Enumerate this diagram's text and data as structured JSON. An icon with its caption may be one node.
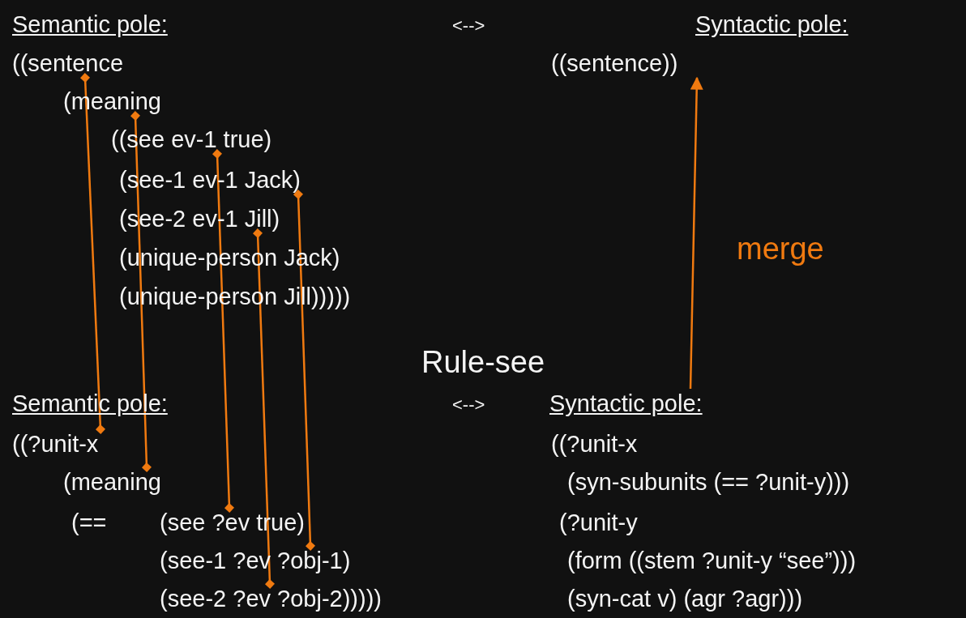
{
  "diagram": {
    "nodes": [
      {
        "text": [
          "((sentence"
        ]
      },
      {
        "text": [
          "((sentence))"
        ]
      },
      {
        "text": [
          "(meaning"
        ]
      },
      {
        "text": [
          "((see ev-1 true)"
        ]
      },
      {
        "text": [
          "(see-1 ev-1 Jack)"
        ]
      },
      {
        "text": [
          "(see-2 ev-1 Jill)"
        ]
      },
      {
        "text": [
          "Syntactic pole:"
        ]
      },
      {
        "text": [
          "((?unit-x"
        ]
      },
      {
        "text": [
          "(meaning"
        ]
      },
      {
        "text": [
          "(see ?ev true)"
        ]
      },
      {
        "text": [
          "(see-1 ?ev ?obj-1)"
        ]
      },
      {
        "text": [
          "(see-2 ?ev ?obj-2)))))"
        ]
      }
    ],
    "edges": [
      {
        "from": 0,
        "to": 7,
        "arrow": "other"
      },
      {
        "from": 2,
        "to": 8,
        "arrow": "other"
      },
      {
        "from": 3,
        "to": 9,
        "arrow": "other"
      },
      {
        "from": 4,
        "to": 10,
        "arrow": "other"
      },
      {
        "from": 5,
        "to": 11,
        "arrow": "other"
      },
      {
        "from": 6,
        "to": 1,
        "arrow": "to",
        "label": "merge"
      }
    ],
    "labels": [
      "Semantic pole:",
      "<-->",
      "Syntactic pole:",
      "(unique-person Jack)",
      "(unique-person Jill)))))",
      "Rule-see",
      "Semantic pole:",
      "<-->",
      "((?unit-x",
      "(syn-subunits (== ?unit-y)))",
      "(==",
      "(?unit-y",
      "(form ((stem ?unit-y “see”)))",
      "(syn-cat v) (agr ?agr)))"
    ]
  }
}
